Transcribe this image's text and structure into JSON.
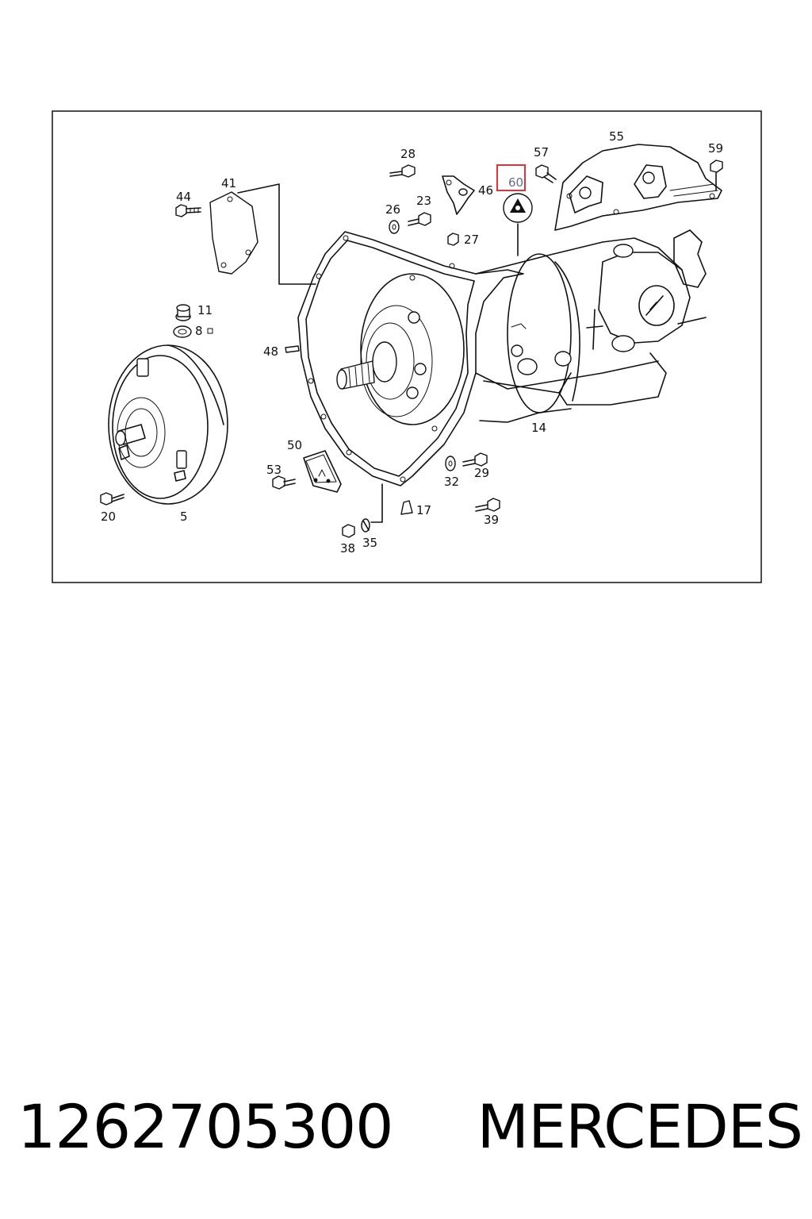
{
  "diagram": {
    "callouts": {
      "c5": "5",
      "c8": "8",
      "c11": "11",
      "c14": "14",
      "c17": "17",
      "c20": "20",
      "c23": "23",
      "c26": "26",
      "c27": "27",
      "c28": "28",
      "c29": "29",
      "c32": "32",
      "c35": "35",
      "c38": "38",
      "c39": "39",
      "c41": "41",
      "c44": "44",
      "c46": "46",
      "c48": "48",
      "c50": "50",
      "c53": "53",
      "c55": "55",
      "c57": "57",
      "c59": "59",
      "c60": "60"
    },
    "highlighted_callout": "60",
    "highlight_color": "#e0343c"
  },
  "caption": {
    "part_number": "1262705300",
    "brand": "MERCEDES"
  }
}
